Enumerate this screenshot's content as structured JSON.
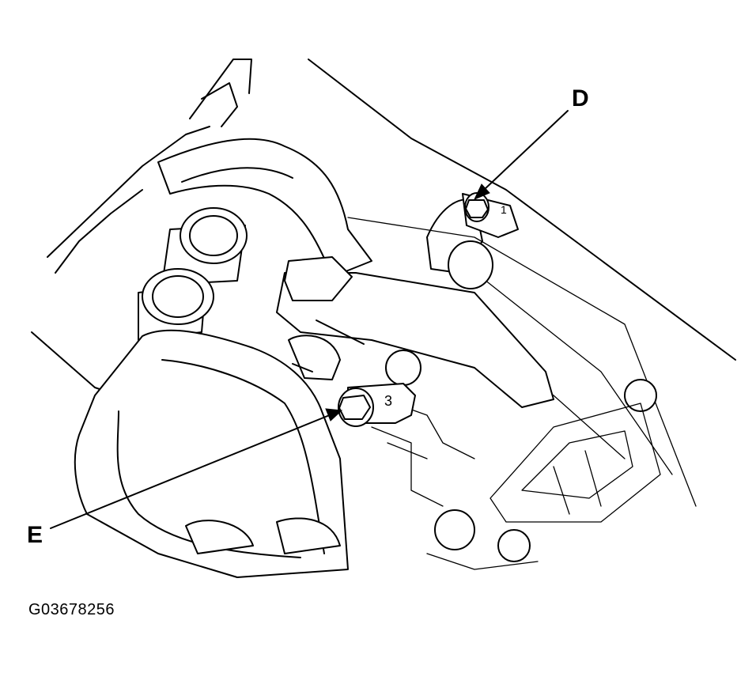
{
  "callouts": {
    "d_label": "D",
    "e_label": "E"
  },
  "part_numbers": {
    "p1": "1",
    "p3": "3"
  },
  "figure_code": "G03678256"
}
